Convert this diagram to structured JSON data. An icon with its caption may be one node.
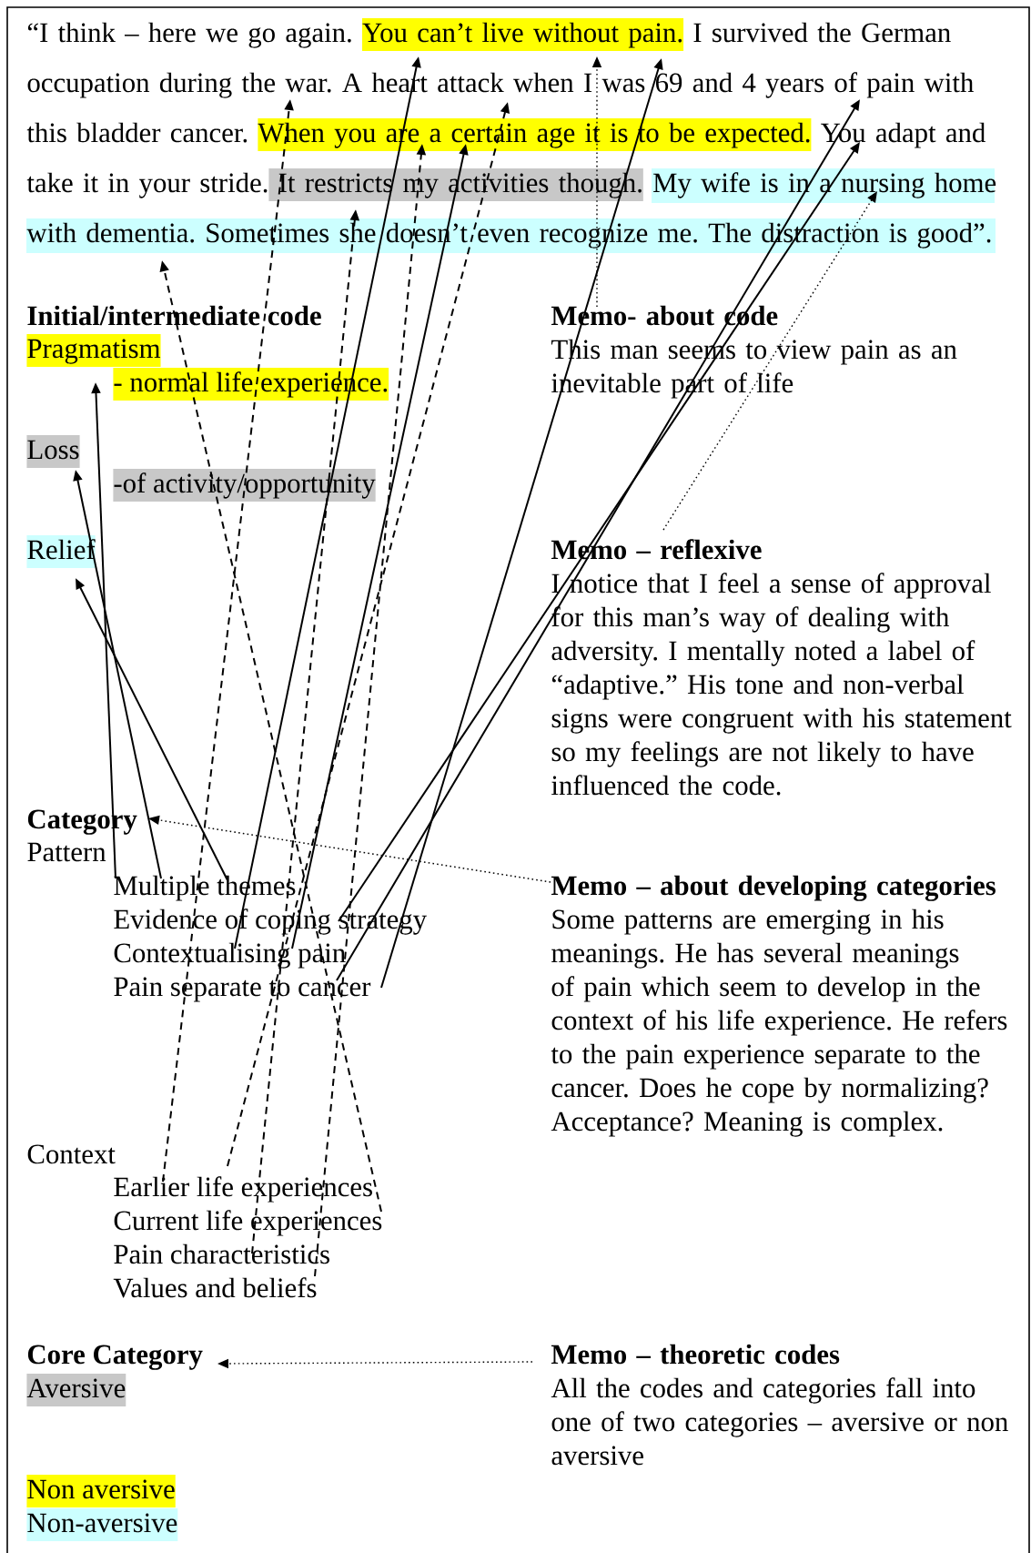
{
  "diagram": {
    "nodes": [
      {
        "text": [
          "“I think – here we go again.",
          "You can’t live without pain.",
          "I survived the German occupation during the war. A heart attack when I was 69 and 4 years of pain with this bladder cancer.",
          "When you are a certain age it is to be expected.",
          "You adapt and take it in your stride.",
          "It restricts my activities though.",
          "My wife is in a nursing home with dementia. Sometimes she doesn’t even recognize me. The distraction is good”."
        ]
      },
      {
        "text": [
          "Pragmatism"
        ]
      },
      {
        "text": [
          "Loss"
        ]
      },
      {
        "text": [
          "Relief"
        ]
      },
      {
        "text": [
          "Memo- about code",
          "This man seems to view pain as an inevitable part of life"
        ]
      },
      {
        "text": [
          "Memo – reflexive",
          "I notice that I feel a sense of approval for this man’s way of dealing with adversity. I mentally noted a label of “adaptive.” His tone and non-verbal signs were congruent with his statement so my feelings are not likely to have influenced the code."
        ]
      },
      {
        "text": [
          "Category"
        ]
      },
      {
        "text": [
          "Multiple themes"
        ]
      },
      {
        "text": [
          "Evidence of coping strategy"
        ]
      },
      {
        "text": [
          "Contextualising pain"
        ]
      },
      {
        "text": [
          "Pain separate to cancer"
        ]
      },
      {
        "text": [
          "Memo – about developing categories",
          "Some patterns are emerging in his meanings. He has several meanings of pain which seem to develop in the context of his life experience. He refers to the pain experience separate to the cancer. Does he cope by normalizing? Acceptance? Meaning is complex."
        ]
      },
      {
        "text": [
          "Earlier life experiences"
        ]
      },
      {
        "text": [
          "Current life experiences"
        ]
      },
      {
        "text": [
          "Pain characteristics"
        ]
      },
      {
        "text": [
          "Values and beliefs"
        ]
      },
      {
        "text": [
          "Core Category"
        ]
      },
      {
        "text": [
          "Aversive"
        ]
      },
      {
        "text": [
          "Memo – theoretic codes",
          "All the codes and categories fall into one of two categories – aversive or non aversive"
        ]
      },
      {
        "text": [
          "Non aversive"
        ]
      },
      {
        "text": [
          "Non-aversive"
        ]
      }
    ],
    "edges": [
      {
        "from": 7,
        "to": 1,
        "arrow": "to"
      },
      {
        "from": 7,
        "to": 2,
        "arrow": "to"
      },
      {
        "from": 7,
        "to": 3,
        "arrow": "to"
      },
      {
        "from": 9,
        "to": 0,
        "arrow": "to"
      },
      {
        "from": 9,
        "to": 0,
        "arrow": "to"
      },
      {
        "from": 10,
        "to": 0,
        "arrow": "to"
      },
      {
        "from": 10,
        "to": 0,
        "arrow": "to"
      },
      {
        "from": 8,
        "to": 0,
        "arrow": "to"
      },
      {
        "from": 12,
        "to": 0,
        "arrow": "to",
        "style": "dashed"
      },
      {
        "from": 12,
        "to": 0,
        "arrow": "to",
        "style": "dashed"
      },
      {
        "from": 13,
        "to": 0,
        "arrow": "to",
        "style": "dashed"
      },
      {
        "from": 14,
        "to": 0,
        "arrow": "to",
        "style": "dashed"
      },
      {
        "from": 15,
        "to": 0,
        "arrow": "to",
        "style": "dashed"
      },
      {
        "from": 4,
        "to": 0,
        "arrow": "to",
        "style": "dashed"
      },
      {
        "from": 5,
        "to": 0,
        "arrow": "to",
        "style": "dashed"
      },
      {
        "from": 11,
        "to": 6,
        "arrow": "to",
        "style": "dashed"
      },
      {
        "from": 18,
        "to": 16,
        "arrow": "to",
        "style": "dashed"
      }
    ],
    "labels": [
      "Initial/intermediate code",
      "- normal life experience.",
      "-of activity/opportunity",
      "Pattern",
      "Context"
    ]
  }
}
